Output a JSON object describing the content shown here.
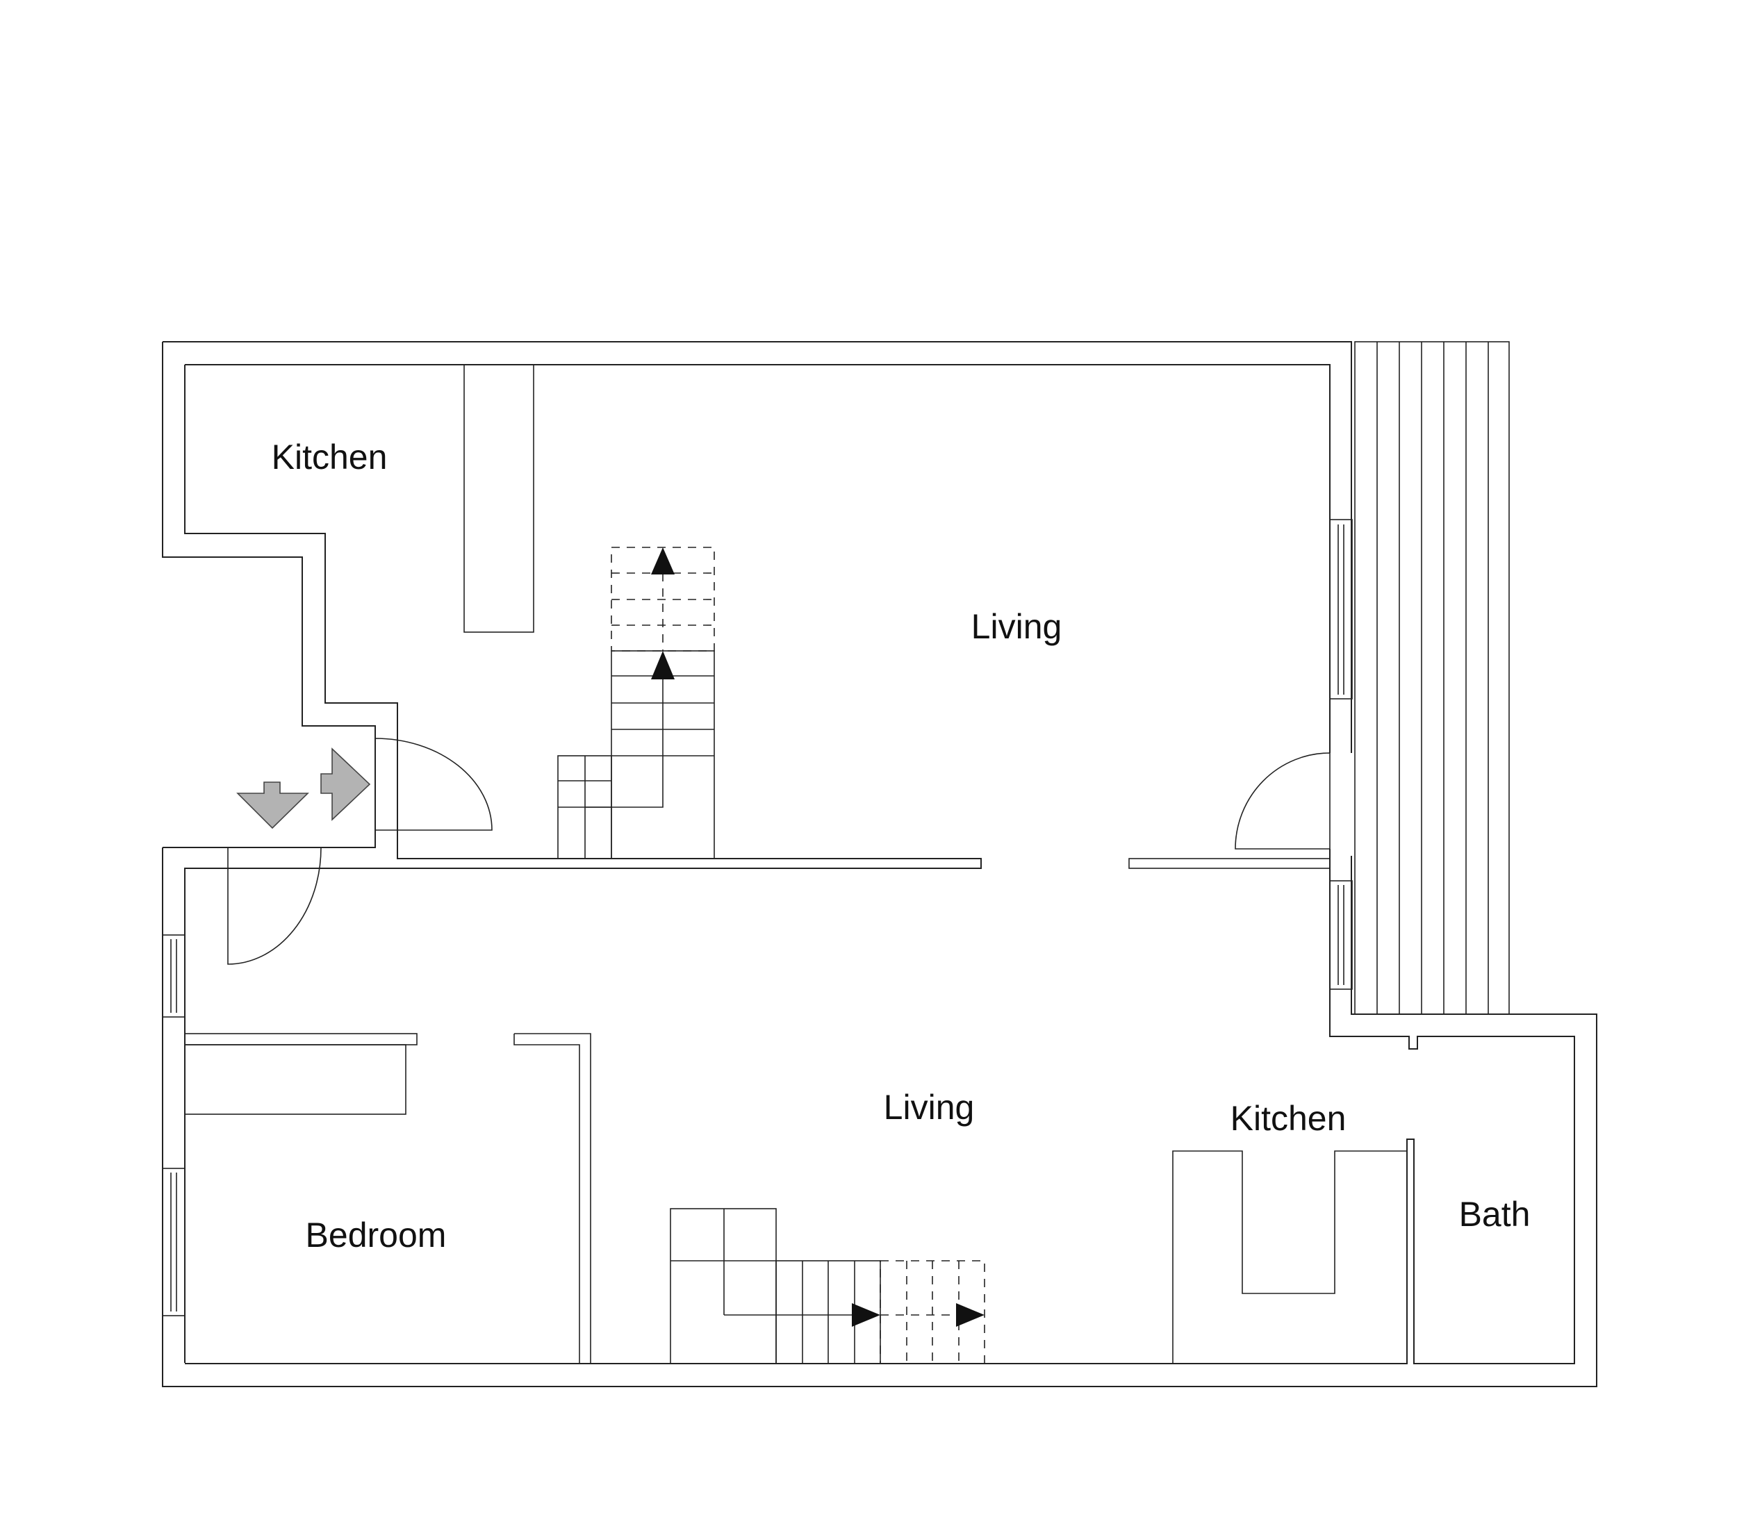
{
  "rooms": [
    {
      "id": "kitchen-upper",
      "label": "Kitchen"
    },
    {
      "id": "living-upper",
      "label": "Living"
    },
    {
      "id": "living-lower",
      "label": "Living"
    },
    {
      "id": "kitchen-lower",
      "label": "Kitchen"
    },
    {
      "id": "bedroom",
      "label": "Bedroom"
    },
    {
      "id": "bath",
      "label": "Bath"
    }
  ],
  "icons": {
    "entry_arrow_down": "entry-arrow-down-icon",
    "entry_arrow_right": "entry-arrow-right-icon",
    "stair_direction_arrow": "stair-direction-arrow-icon"
  },
  "colors": {
    "line": "#222222",
    "entry_arrow_fill": "#b3b3b3",
    "background": "#ffffff"
  }
}
